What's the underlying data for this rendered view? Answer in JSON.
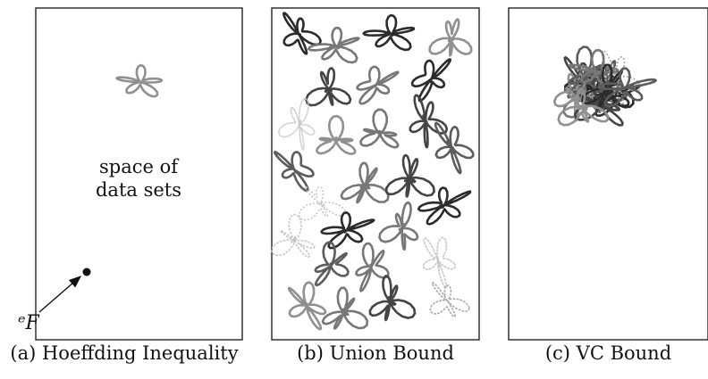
{
  "panels": [
    {
      "id": "a",
      "caption": "(a) Hoeffding Inequality",
      "text_line1": "space of",
      "text_line2": "data sets",
      "dataset_label": "ᵉF"
    },
    {
      "id": "b",
      "caption": "(b) Union Bound"
    },
    {
      "id": "c",
      "caption": "(c) VC Bound"
    }
  ],
  "colors": {
    "frame": "#222222",
    "shades": [
      "#2b2b2b",
      "#444444",
      "#5c5c5c",
      "#777777",
      "#909090",
      "#aaaaaa",
      "#c6c6c6"
    ]
  }
}
